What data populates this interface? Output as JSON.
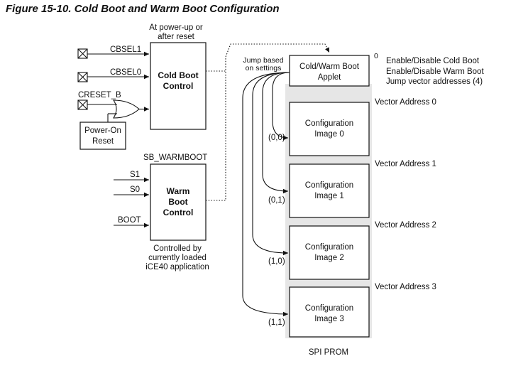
{
  "figure_title": "Figure 15-10. Cold Boot and Warm Boot Configuration",
  "power_up_note": [
    "At power-up or",
    "after reset"
  ],
  "inputs": {
    "cbsel1": "CBSEL1",
    "cbsel0": "CBSEL0",
    "creset_b": "CRESET_B",
    "sb_warmboot": "SB_WARMBOOT",
    "s1": "S1",
    "s0": "S0",
    "boot": "BOOT"
  },
  "power_on_reset": [
    "Power-On",
    "Reset"
  ],
  "cold_boot_control": [
    "Cold Boot",
    "Control"
  ],
  "warm_boot_control": [
    "Warm",
    "Boot",
    "Control"
  ],
  "warm_note": [
    "Controlled by",
    "currently loaded",
    "iCE40 application"
  ],
  "jump_note": [
    "Jump based",
    "on settings"
  ],
  "applet": {
    "label": [
      "Cold/Warm Boot",
      "Applet"
    ],
    "address": "0",
    "notes": [
      "Enable/Disable Cold Boot",
      "Enable/Disable Warm Boot",
      "Jump vector addresses (4)"
    ]
  },
  "images": [
    {
      "label": [
        "Configuration",
        "Image 0"
      ],
      "vector": "Vector Address 0",
      "select": "(0,0)"
    },
    {
      "label": [
        "Configuration",
        "Image 1"
      ],
      "vector": "Vector Address 1",
      "select": "(0,1)"
    },
    {
      "label": [
        "Configuration",
        "Image 2"
      ],
      "vector": "Vector Address 2",
      "select": "(1,0)"
    },
    {
      "label": [
        "Configuration",
        "Image 3"
      ],
      "vector": "Vector Address 3",
      "select": "(1,1)"
    }
  ],
  "spi_prom": "SPI PROM"
}
